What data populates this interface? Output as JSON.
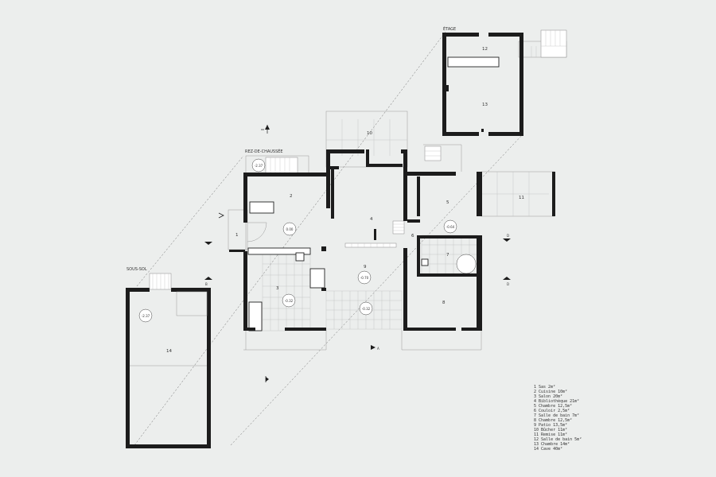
{
  "levels": {
    "etage": "ÉTAGE",
    "rez": "REZ-DE-CHAUSSÉE",
    "sous_sol": "SOUS-SOL"
  },
  "room_numbers": [
    "1",
    "2",
    "3",
    "4",
    "5",
    "6",
    "7",
    "8",
    "9",
    "10",
    "11",
    "12",
    "13",
    "14"
  ],
  "elevations": [
    "-2.37",
    "0.00",
    "-0.64",
    "-0.70",
    "-0.32",
    "-0.32",
    "-2.37"
  ],
  "section_marks": [
    "B",
    "D",
    "D",
    "A"
  ],
  "legend": [
    "1   Sas 2m²",
    "2   Cuisine 10m²",
    "3   Salon 20m²",
    "4   Bibliothèque 21m²",
    "5   Chambre 12,5m²",
    "6   Couloir 2,5m²",
    "7   Salle de bain 7m²",
    "8   Chambre 12,5m²",
    "9   Patio 13,5m²",
    "10  Bûcher 11m²",
    "11  Remise 11m²",
    "12  Salle de bain 5m²",
    "13  Chambre 14m²",
    "14  Cave 40m²"
  ]
}
